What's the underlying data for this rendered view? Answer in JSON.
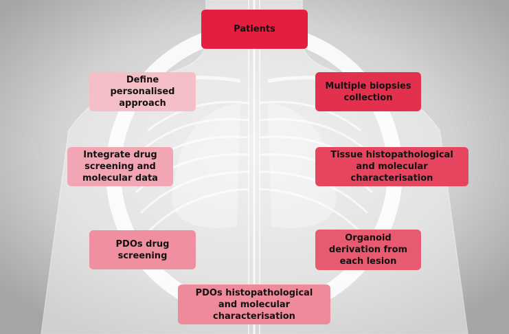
{
  "diagram": {
    "type": "cycle",
    "background": "anatomical human torso illustration",
    "colors": {
      "patients": "#e31e3f",
      "collection": "#e4304f",
      "tissue": "#e6455f",
      "organoid": "#e85a70",
      "pdo_charac": "#ef8a9a",
      "pdo_screen": "#ef8fa0",
      "integrate": "#f2a5b2",
      "define": "#f5bfc8"
    },
    "steps": [
      {
        "id": "patients",
        "label": "Patients"
      },
      {
        "id": "collection",
        "label": "Multiple biopsies\ncollection"
      },
      {
        "id": "tissue",
        "label": "Tissue histopathological\nand molecular\ncharacterisation"
      },
      {
        "id": "organoid",
        "label": "Organoid\nderivation from\neach lesion"
      },
      {
        "id": "pdo_charac",
        "label": "PDOs histopathological\nand molecular\ncharacterisation"
      },
      {
        "id": "pdo_screen",
        "label": "PDOs drug\nscreening"
      },
      {
        "id": "integrate",
        "label": "Integrate drug\nscreening and\nmolecular data"
      },
      {
        "id": "define",
        "label": "Define\npersonalised\napproach"
      }
    ]
  }
}
